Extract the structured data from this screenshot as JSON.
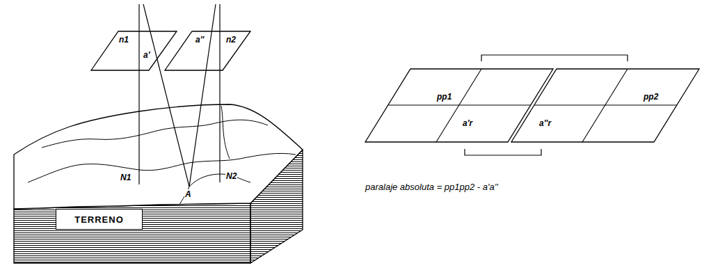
{
  "diagram": {
    "nodes": [
      {
        "text": [
          "n1",
          "a'"
        ]
      },
      {
        "text": [
          "a''",
          "n2"
        ]
      },
      {
        "text": [
          "TERRENO"
        ]
      },
      {
        "text": [
          "pp1",
          "a'r"
        ]
      },
      {
        "text": [
          "a''r",
          "pp2"
        ]
      }
    ],
    "labels": [
      "N1",
      "A",
      "N2",
      "paralaje absoluta = pp1pp2 - a'a''"
    ]
  }
}
